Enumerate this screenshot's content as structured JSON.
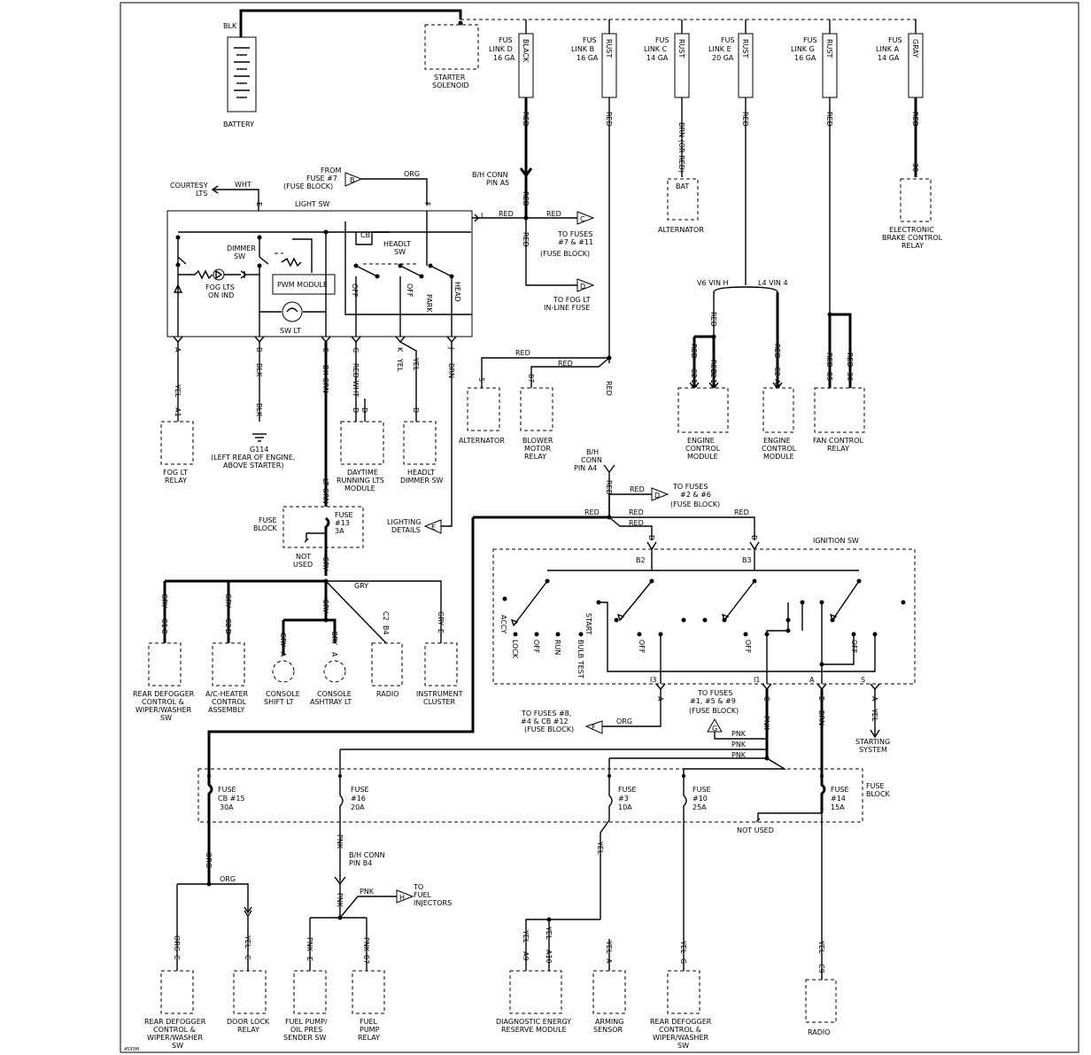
{
  "frame": {
    "code": "4593M"
  },
  "battery": {
    "wire": "BLK",
    "label": "BATTERY"
  },
  "starter": {
    "label1": "STARTER",
    "label2": "SOLENOID"
  },
  "fusible_links": [
    {
      "id": "D",
      "l1": "FUS",
      "l2": "LINK D",
      "l3": "16 GA",
      "color": "BLACK",
      "wire": "RED"
    },
    {
      "id": "B",
      "l1": "FUS",
      "l2": "LINK B",
      "l3": "16 GA",
      "color": "RUST",
      "wire": "RED"
    },
    {
      "id": "C",
      "l1": "FUS",
      "l2": "LINK C",
      "l3": "14 GA",
      "color": "RUST",
      "wire": "BRN (OR RED)"
    },
    {
      "id": "E",
      "l1": "FUS",
      "l2": "LINK E",
      "l3": "20 GA",
      "color": "RUST",
      "wire": "RED"
    },
    {
      "id": "G",
      "l1": "FUS",
      "l2": "LINK G",
      "l3": "16 GA",
      "color": "RUST",
      "wire": "RED"
    },
    {
      "id": "A",
      "l1": "FUS",
      "l2": "LINK A",
      "l3": "14 GA",
      "color": "GRAY",
      "wire": "RED"
    }
  ],
  "alternator_top": {
    "pin": "BAT",
    "label": "ALTERNATOR"
  },
  "ebcr": {
    "pin": "30",
    "l1": "ELECTRONIC",
    "l2": "BRAKE CONTROL",
    "l3": "RELAY"
  },
  "bh_conn_a5": {
    "l1": "B/H CONN",
    "l2": "PIN A5",
    "wire": "RED"
  },
  "from_fuse7": {
    "l1": "FROM",
    "l2": "FUSE #7",
    "l3": "(FUSE BLOCK)",
    "tag": "B",
    "wire": "ORG"
  },
  "courtesy": {
    "l1": "COURTESY",
    "l2": "LTS",
    "wire": "WHT",
    "pin": "E",
    "pinF": "F"
  },
  "light_sw": {
    "label": "LIGHT SW",
    "pin_L": "L",
    "red": "RED",
    "to_fuses_7_11": {
      "l1": "TO FUSES",
      "l2": "#7 & #11",
      "l3": "(FUSE BLOCK)",
      "tag": "C"
    },
    "to_fog": {
      "l1": "TO FOG LT",
      "l2": "IN-LINE FUSE",
      "tag": "D"
    },
    "dimmer": {
      "l1": "DIMMER",
      "l2": "SW"
    },
    "fog_ind": {
      "l1": "FOG LTS",
      "l2": "ON IND"
    },
    "pwm": "PWM MODULE",
    "headlt": {
      "l1": "HEADLT",
      "l2": "SW"
    },
    "cb": "CB",
    "off1": "OFF",
    "off2": "OFF",
    "park": "PARK",
    "head": "HEAD",
    "sw_lt": "SW LT",
    "pins": [
      "A",
      "B",
      "C",
      "G",
      "K",
      "J"
    ]
  },
  "under_lightsw": {
    "yel": "YEL",
    "a1": "A1",
    "blk": "BLK",
    "dkgrn": "DK GRN",
    "redwht": "RED-WHT",
    "yel2": "YEL",
    "brn": "BRN",
    "d": "D"
  },
  "fog_relay": {
    "l1": "FOG LT",
    "l2": "RELAY"
  },
  "g114": {
    "l1": "G114",
    "l2": "(LEFT REAR OF ENGINE,",
    "l3": "ABOVE STARTER)"
  },
  "drl": {
    "l1": "DAYTIME",
    "l2": "RUNNING LTS",
    "l3": "MODULE"
  },
  "headlt_dimmer": {
    "l1": "HEADLT",
    "l2": "DIMMER SW"
  },
  "lighting_details": {
    "l1": "LIGHTING",
    "l2": "DETAILS",
    "tag": "E"
  },
  "fuse13": {
    "block": "FUSE",
    "block2": "BLOCK",
    "l1": "FUSE",
    "l2": "#13",
    "l3": "3A",
    "not_used": "NOT",
    "not_used2": "USED",
    "lt": "LT GRN",
    "gry": "GRY"
  },
  "gry_loads": [
    {
      "pin": "C",
      "pin2": "C1",
      "wire": "GRY",
      "l1": "REAR DEFOGGER",
      "l2": "CONTROL &",
      "l3": "WIPER/WASHER",
      "l4": "SW"
    },
    {
      "pin": "D",
      "pin2": "C2",
      "wire": "GRY",
      "l1": "A/C-HEATER",
      "l2": "CONTROL",
      "l3": "ASSEMBLY",
      "l4": ""
    },
    {
      "pin": "A",
      "pin2": "",
      "wire": "GRY",
      "l1": "CONSOLE",
      "l2": "SHIFT LT",
      "l3": "",
      "l4": ""
    },
    {
      "pin": "A",
      "pin2": "",
      "wire": "GRY",
      "l1": "CONSOLE",
      "l2": "ASHTRAY LT",
      "l3": "",
      "l4": ""
    },
    {
      "pin": "B4",
      "pin2": "C2",
      "wire": "",
      "l1": "RADIO",
      "l2": "",
      "l3": "",
      "l4": ""
    },
    {
      "pin": "E",
      "pin2": "",
      "wire": "GRY",
      "l1": "INSTRUMENT",
      "l2": "CLUSTER",
      "l3": "",
      "l4": ""
    }
  ],
  "alt_mid": {
    "pin": "5",
    "label": "ALTERNATOR",
    "wire": "RED"
  },
  "blower": {
    "pin": "87",
    "l1": "BLOWER",
    "l2": "MOTOR",
    "l3": "RELAY",
    "wire": "RED"
  },
  "rust_red": "RED",
  "vin": {
    "v6": "V6 VIN H",
    "l4": "L4 VIN 4"
  },
  "ecm1": {
    "p1": "14",
    "p1c": "C2",
    "p2": "15",
    "p2c": "C2",
    "wire": "RED",
    "l1": "ENGINE",
    "l2": "CONTROL",
    "l3": "MODULE"
  },
  "ecm2": {
    "p": "A5",
    "pc": "C2",
    "wire": "RED",
    "l1": "ENGINE",
    "l2": "CONTROL",
    "l3": "MODULE"
  },
  "fan_relay": {
    "p1": "85",
    "p2": "30",
    "wire": "RED",
    "l1": "FAN CONTROL",
    "l2": "RELAY"
  },
  "bh_conn_a4": {
    "l1": "B/H",
    "l2": "CONN",
    "l3": "PIN A4",
    "wire": "RED"
  },
  "to_fuses_2_6": {
    "l1": "TO FUSES",
    "l2": "#2 & #6",
    "l3": "(FUSE BLOCK)",
    "tag": "D",
    "wire": "RED"
  },
  "ignition": {
    "label": "IGNITION SW",
    "b2": "B2",
    "b3": "B3",
    "d": "D",
    "b": "B",
    "pos": [
      "ACCY",
      "LOCK",
      "OFF",
      "RUN",
      "BULB TEST",
      "START",
      "OFF",
      "OFF",
      "OFF"
    ],
    "outs": [
      {
        "n": "I3",
        "p": "A"
      },
      {
        "n": "I1",
        "p": "C"
      },
      {
        "n": "A",
        "p": "E"
      },
      {
        "n": "S",
        "p": "A"
      }
    ]
  },
  "to_fuses_8": {
    "l1": "TO FUSES #8,",
    "l2": "#4 & CB #12",
    "l3": "(FUSE BLOCK)",
    "tag": "F",
    "wire": "ORG"
  },
  "to_fuses_1": {
    "l1": "TO FUSES",
    "l2": "#1, #5 & #9",
    "l3": "(FUSE BLOCK)",
    "tag": "G",
    "wire": "PNK"
  },
  "starting": {
    "wire": "YEL",
    "l1": "STARTING",
    "l2": "SYSTEM"
  },
  "pnk": "PNK",
  "brn": "BRN",
  "fuse_block2": {
    "label": "FUSE",
    "label2": "BLOCK",
    "not_used": "NOT USED"
  },
  "fuses": [
    {
      "l1": "FUSE",
      "l2": "CB #15",
      "l3": "30A"
    },
    {
      "l1": "FUSE",
      "l2": "#16",
      "l3": "20A"
    },
    {
      "l1": "FUSE",
      "l2": "#3",
      "l3": "10A"
    },
    {
      "l1": "FUSE",
      "l2": "#10",
      "l3": "25A"
    },
    {
      "l1": "FUSE",
      "l2": "#14",
      "l3": "15A"
    }
  ],
  "bh_conn_b4": {
    "l1": "B/H CONN",
    "l2": "PIN B4"
  },
  "fuel_inj": {
    "l1": "TO",
    "l2": "FUEL",
    "l3": "INJECTORS",
    "tag": "H"
  },
  "bottom_loads": [
    {
      "pin": "C",
      "wire": "ORG",
      "l1": "REAR DEFOGGER",
      "l2": "CONTROL &",
      "l3": "WIPER/WASHER",
      "l4": "SW"
    },
    {
      "pin": "C",
      "wire": "YEL",
      "l1": "DOOR LOCK",
      "l2": "RELAY",
      "l3": "",
      "l4": ""
    },
    {
      "pin": "E",
      "wire": "PNK",
      "l1": "FUEL PUMP/",
      "l2": "OIL PRES",
      "l3": "SENDER SW",
      "l4": ""
    },
    {
      "pin": "87",
      "wire": "PNK",
      "l1": "FUEL",
      "l2": "PUMP",
      "l3": "RELAY",
      "l4": ""
    },
    {
      "pin": "A9",
      "pin2": "A10",
      "wire": "YEL",
      "l1": "DIAGNOSTIC ENERGY",
      "l2": "RESERVE MODULE",
      "l3": "",
      "l4": ""
    },
    {
      "pin": "A",
      "wire": "YEL",
      "l1": "ARMING",
      "l2": "SENSOR",
      "l3": "",
      "l4": ""
    },
    {
      "pin": "G",
      "wire": "YEL",
      "l1": "REAR DEFOGGER",
      "l2": "CONTROL &",
      "l3": "WIPER/WASHER",
      "l4": "SW"
    },
    {
      "pin": "C9",
      "wire": "YEL",
      "l1": "RADIO",
      "l2": "",
      "l3": "",
      "l4": ""
    }
  ],
  "orgwire": "ORG",
  "yel": "YEL"
}
